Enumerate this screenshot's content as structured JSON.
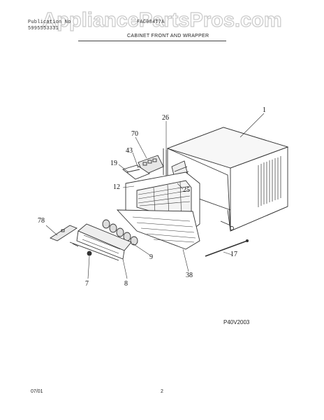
{
  "watermark": {
    "text": "AppliancePartsPros.com",
    "color": "#c9c9c9"
  },
  "header": {
    "line1_left": "Publication No",
    "line1_right": "FAC084T7A",
    "line2_left": "5995553331",
    "title": "CABINET FRONT AND WRAPPER"
  },
  "callouts": [
    {
      "id": "c1",
      "label": "1"
    },
    {
      "id": "c26",
      "label": "26"
    },
    {
      "id": "c70",
      "label": "70"
    },
    {
      "id": "c43",
      "label": "43"
    },
    {
      "id": "c19",
      "label": "19"
    },
    {
      "id": "c12",
      "label": "12"
    },
    {
      "id": "c25",
      "label": "25"
    },
    {
      "id": "c78",
      "label": "78"
    },
    {
      "id": "c17",
      "label": "17"
    },
    {
      "id": "c9",
      "label": "9"
    },
    {
      "id": "c38",
      "label": "38"
    },
    {
      "id": "c7",
      "label": "7"
    },
    {
      "id": "c8",
      "label": "8"
    }
  ],
  "diagram_code": "P40V2003",
  "footer": {
    "date": "07/01",
    "page": "2"
  }
}
